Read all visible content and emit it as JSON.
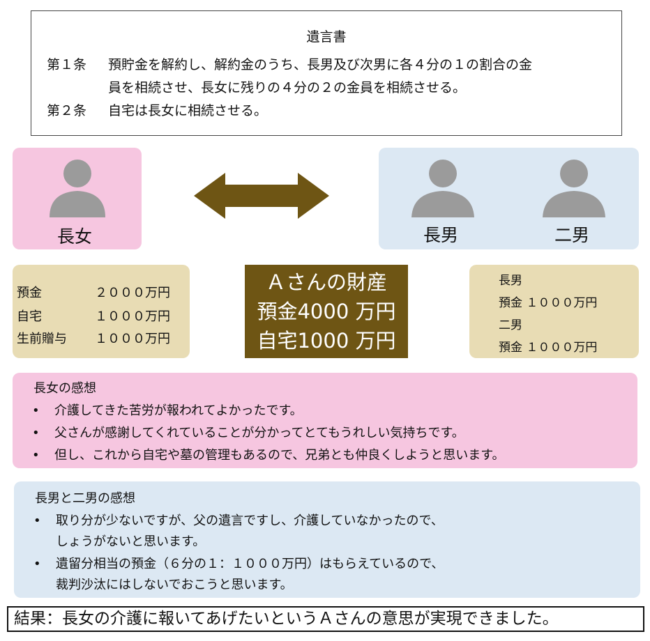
{
  "will": {
    "title": "遺言書",
    "articles": [
      {
        "num": "第１条",
        "lines": [
          "預貯金を解約し、解約金のうち、長男及び次男に各４分の１の割合の金",
          "員を相続させ、長女に残りの４分の２の金員を相続させる。"
        ]
      },
      {
        "num": "第２条",
        "lines": [
          "自宅は長女に相続させる。"
        ]
      }
    ]
  },
  "people": {
    "daughter": "長女",
    "son1": "長男",
    "son2": "二男"
  },
  "daughter_assets": [
    {
      "item": "預金",
      "amount": "２０００万円"
    },
    {
      "item": "自宅",
      "amount": "１０００万円"
    },
    {
      "item": "生前贈与",
      "amount": "１０００万円"
    }
  ],
  "estate": {
    "title": "Ａさんの財産",
    "lines": [
      "預金4000 万円",
      "自宅1000 万円"
    ]
  },
  "sons_assets": {
    "lines": [
      "長男",
      "預金 １０００万円",
      "二男",
      "預金 １０００万円"
    ]
  },
  "daughter_feelings": {
    "heading": "長女の感想",
    "bullets": [
      "介護してきた苦労が報われてよかったです。",
      "父さんが感謝してくれていることが分かってとてもうれしい気持ちです。",
      "但し、これから自宅や墓の管理もあるので、兄弟とも仲良くしようと思います。"
    ]
  },
  "sons_feelings": {
    "heading": "長男と二男の感想",
    "bullets": [
      [
        "取り分が少ないですが、父の遺言ですし、介護していなかったので、",
        "しょうがないと思います。"
      ],
      [
        "遺留分相当の預金（６分の１：１０００万円）はもらえているので、",
        "裁判沙汰にはしないでおこうと思います。"
      ]
    ]
  },
  "result": "結果：長女の介護に報いてあげたいというＡさんの意思が実現できました。",
  "colors": {
    "pink": "#f6c6e0",
    "blue": "#dce8f3",
    "tan": "#e8dcb4",
    "brown": "#6e5514",
    "person": "#9b9b9b"
  }
}
